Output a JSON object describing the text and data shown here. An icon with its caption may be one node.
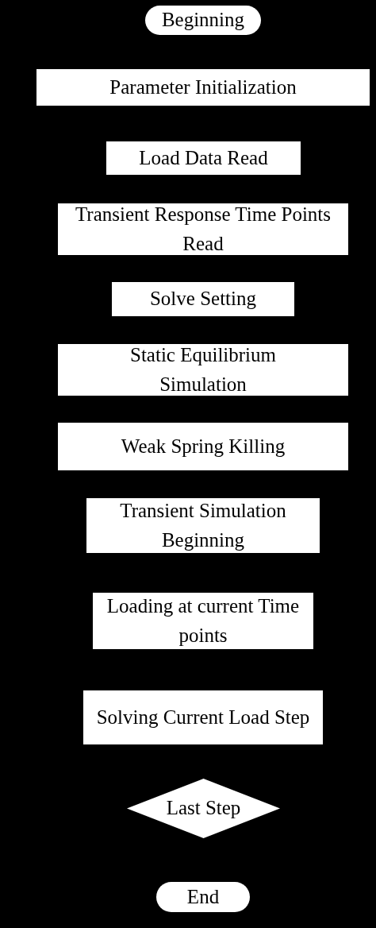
{
  "diagram": {
    "nodes": [
      {
        "text": [
          "Beginning"
        ]
      },
      {
        "text": [
          "Parameter Initialization"
        ]
      },
      {
        "text": [
          "Load Data Read"
        ]
      },
      {
        "text": [
          "Transient Response Time Points Read"
        ]
      },
      {
        "text": [
          "Solve Setting"
        ]
      },
      {
        "text": [
          "Static Equilibrium Simulation"
        ]
      },
      {
        "text": [
          "Weak Spring Killing"
        ]
      },
      {
        "text": [
          "Transient Simulation Beginning"
        ]
      },
      {
        "text": [
          "Loading at current Time points"
        ]
      },
      {
        "text": [
          "Solving Current Load Step"
        ]
      },
      {
        "text": [
          "Last Step"
        ]
      },
      {
        "text": [
          "End"
        ]
      }
    ]
  }
}
